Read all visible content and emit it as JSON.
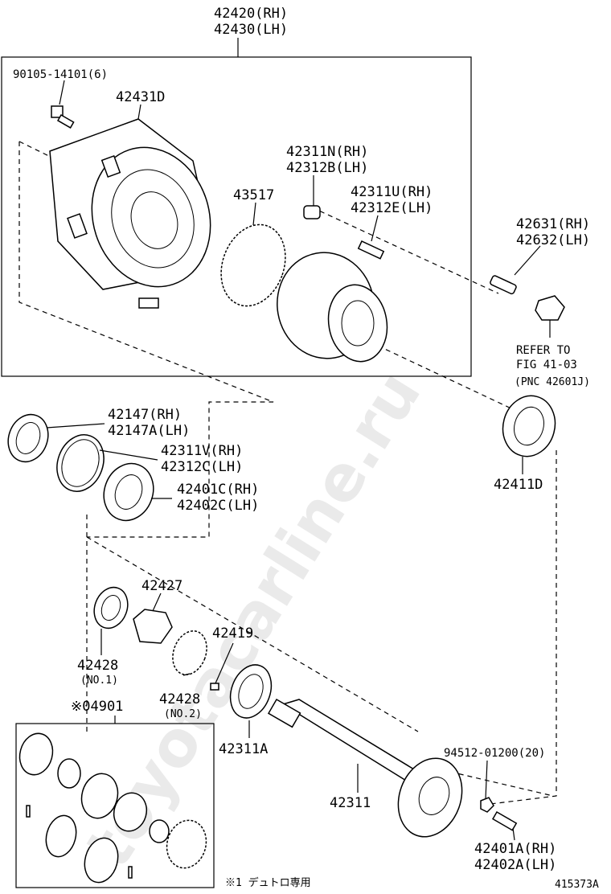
{
  "title": {
    "line1": "42420(RH)",
    "line2": "42430(LH)"
  },
  "labels": {
    "bolt_90105": "90105-14101(6)",
    "drum": "42431D",
    "hub_bolt1_a": "42311N(RH)",
    "hub_bolt1_b": "42312B(LH)",
    "hub_bolt2_a": "42311U(RH)",
    "hub_bolt2_b": "42312E(LH)",
    "sensor_ring": "43517",
    "nipple_a": "42631(RH)",
    "nipple_b": "42632(LH)",
    "refer_1": "REFER TO",
    "refer_2": "FIG 41-03",
    "refer_3": "(PNC 42601J)",
    "seal_a": "42147(RH)",
    "seal_b": "42147A(LH)",
    "race_a": "42311V(RH)",
    "race_b": "42312C(LH)",
    "brg_a": "42401C(RH)",
    "brg_b": "42402C(LH)",
    "outer_brg": "42411D",
    "nut": "42427",
    "washer1": "42428",
    "washer1_sub": "(NO.1)",
    "washer2": "42428",
    "washer2_sub": "(NO.2)",
    "screw": "42419",
    "oil_seal": "42311A",
    "kit": "※04901",
    "shaft": "42311",
    "gasket_ref": "94512-01200(20)",
    "stud_a": "42401A(RH)",
    "stud_b": "42402A(LH)",
    "footnote": "※1 デュトロ専用",
    "drawing_no": "415373A"
  },
  "watermark": "toyotacarline.ru"
}
